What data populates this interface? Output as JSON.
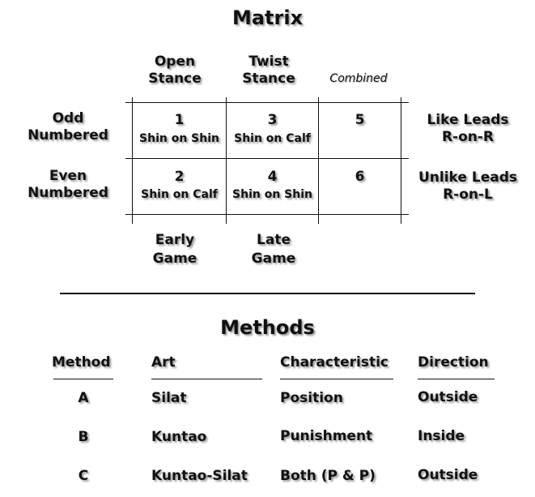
{
  "matrix": {
    "title": "Matrix",
    "columns": [
      "Open\nStance",
      "Twist\nStance",
      "Combined"
    ],
    "rows_left": [
      "Odd\nNumbered",
      "Even\nNumbered"
    ],
    "rows_right": [
      "Like Leads\nR-on-R",
      "Unlike Leads\nR-on-L"
    ],
    "cells": [
      [
        {
          "num": "1",
          "sub": "Shin on Shin"
        },
        {
          "num": "3",
          "sub": "Shin on Calf"
        },
        {
          "num": "5",
          "sub": ""
        }
      ],
      [
        {
          "num": "2",
          "sub": "Shin on Calf"
        },
        {
          "num": "4",
          "sub": "Shin on Shin"
        },
        {
          "num": "6",
          "sub": ""
        }
      ]
    ],
    "bottom": [
      "Early\nGame",
      "Late\nGame"
    ]
  },
  "methods": {
    "title": "Methods",
    "headers": [
      "Method",
      "Art",
      "Characteristic",
      "Direction"
    ],
    "rows": [
      [
        "A",
        "Silat",
        "Position",
        "Outside"
      ],
      [
        "B",
        "Kuntao",
        "Punishment",
        "Inside"
      ],
      [
        "C",
        "Kuntao-Silat",
        "Both (P & P)",
        "Outside"
      ]
    ]
  }
}
